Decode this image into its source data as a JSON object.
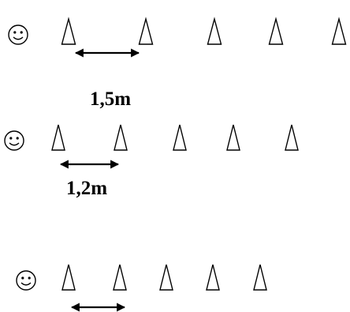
{
  "rows": [
    {
      "smiley_icon": "smiley-face-icon",
      "cone_count": 5,
      "cone_icon": "cone-triangle-icon",
      "distance_label": "1,5m"
    },
    {
      "smiley_icon": "smiley-face-icon",
      "cone_count": 5,
      "cone_icon": "cone-triangle-icon",
      "distance_label": "1,2m"
    },
    {
      "smiley_icon": "smiley-face-icon",
      "cone_count": 5,
      "cone_icon": "cone-triangle-icon",
      "distance_label": ""
    }
  ],
  "colors": {
    "ink": "#000000",
    "background": "#ffffff"
  }
}
